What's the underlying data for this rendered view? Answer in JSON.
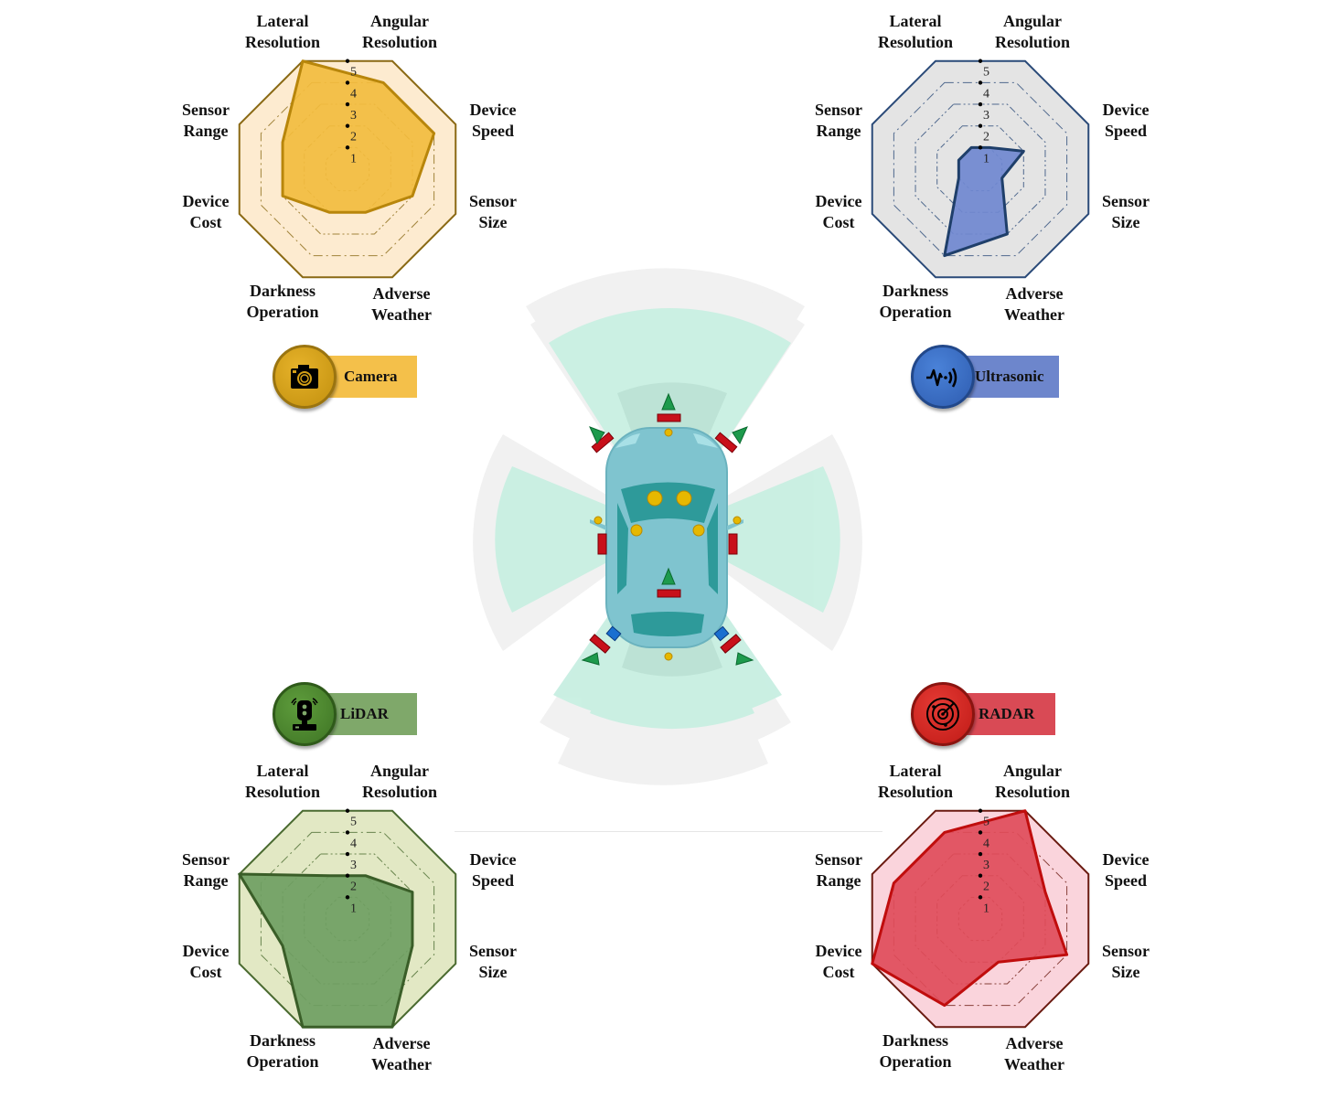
{
  "axes": [
    "Lateral Resolution",
    "Angular Resolution",
    "Device Speed",
    "Sensor Size",
    "Adverse Weather",
    "Darkness Operation",
    "Device Cost",
    "Sensor Range"
  ],
  "axis_labels_display": [
    "Lateral\nResolution",
    "Angular\nResolution",
    "Device\nSpeed",
    "Sensor\nSize",
    "Adverse\nWeather",
    "Darkness\nOperation",
    "Device\nCost",
    "Sensor\nRange"
  ],
  "scale_ticks": [
    "1",
    "2",
    "3",
    "4",
    "5"
  ],
  "sensors": [
    {
      "id": "camera",
      "label": "Camera",
      "icon": "camera-icon",
      "badge_circle": "#d4a017",
      "badge_bar": "#f4c04a",
      "badge_ring": "#9a7410"
    },
    {
      "id": "ultrasonic",
      "label": "Ultrasonic",
      "icon": "sound-wave-icon",
      "badge_circle": "#3a6fc4",
      "badge_bar": "#6d86cc",
      "badge_ring": "#22488a"
    },
    {
      "id": "lidar",
      "label": "LiDAR",
      "icon": "lidar-scanner-icon",
      "badge_circle": "#4e8a30",
      "badge_bar": "#7fa86a",
      "badge_ring": "#2f5a1a"
    },
    {
      "id": "radar",
      "label": "RADAR",
      "icon": "radar-icon",
      "badge_circle": "#d42a26",
      "badge_bar": "#d94a55",
      "badge_ring": "#8a1410"
    }
  ],
  "chart_data": [
    {
      "type": "radar",
      "title": "Camera",
      "categories": [
        "Lateral Resolution",
        "Angular Resolution",
        "Device Speed",
        "Sensor Size",
        "Adverse Weather",
        "Darkness Operation",
        "Device Cost",
        "Sensor Range"
      ],
      "values": [
        5,
        4,
        4,
        3,
        2,
        2,
        3,
        3
      ],
      "range": [
        0,
        5
      ],
      "ticks": [
        1,
        2,
        3,
        4,
        5
      ],
      "fill": "#f2bc3e",
      "stroke": "#b8860b",
      "background": "#fdebd0",
      "border": "#8a6914"
    },
    {
      "type": "radar",
      "title": "Ultrasonic",
      "categories": [
        "Lateral Resolution",
        "Angular Resolution",
        "Device Speed",
        "Sensor Size",
        "Adverse Weather",
        "Darkness Operation",
        "Device Cost",
        "Sensor Range"
      ],
      "values": [
        1,
        1,
        2,
        1,
        3,
        4,
        1,
        1
      ],
      "range": [
        0,
        5
      ],
      "ticks": [
        1,
        2,
        3,
        4,
        5
      ],
      "fill": "#7088d0",
      "stroke": "#1f3f6a",
      "background": "#e4e4e4",
      "border": "#2a4a78"
    },
    {
      "type": "radar",
      "title": "LiDAR",
      "categories": [
        "Lateral Resolution",
        "Angular Resolution",
        "Device Speed",
        "Sensor Size",
        "Adverse Weather",
        "Darkness Operation",
        "Device Cost",
        "Sensor Range"
      ],
      "values": [
        2,
        2,
        3,
        3,
        5,
        5,
        3,
        5
      ],
      "range": [
        0,
        5
      ],
      "ticks": [
        1,
        2,
        3,
        4,
        5
      ],
      "fill": "#6f9e62",
      "stroke": "#3a5e28",
      "background": "#e2e8c4",
      "border": "#4a6a30"
    },
    {
      "type": "radar",
      "title": "RADAR",
      "categories": [
        "Lateral Resolution",
        "Angular Resolution",
        "Device Speed",
        "Sensor Size",
        "Adverse Weather",
        "Darkness Operation",
        "Device Cost",
        "Sensor Range"
      ],
      "values": [
        4,
        5,
        3,
        4,
        2,
        4,
        5,
        4
      ],
      "range": [
        0,
        5
      ],
      "ticks": [
        1,
        2,
        3,
        4,
        5
      ],
      "fill": "#e04c5a",
      "stroke": "#c00d0d",
      "background": "#fad4dc",
      "border": "#6a1a10"
    }
  ],
  "diagram": {
    "vehicle": "car-top-view",
    "coverage_color": "#c6eee0",
    "coverage_outer_color": "#f0f0f0"
  }
}
